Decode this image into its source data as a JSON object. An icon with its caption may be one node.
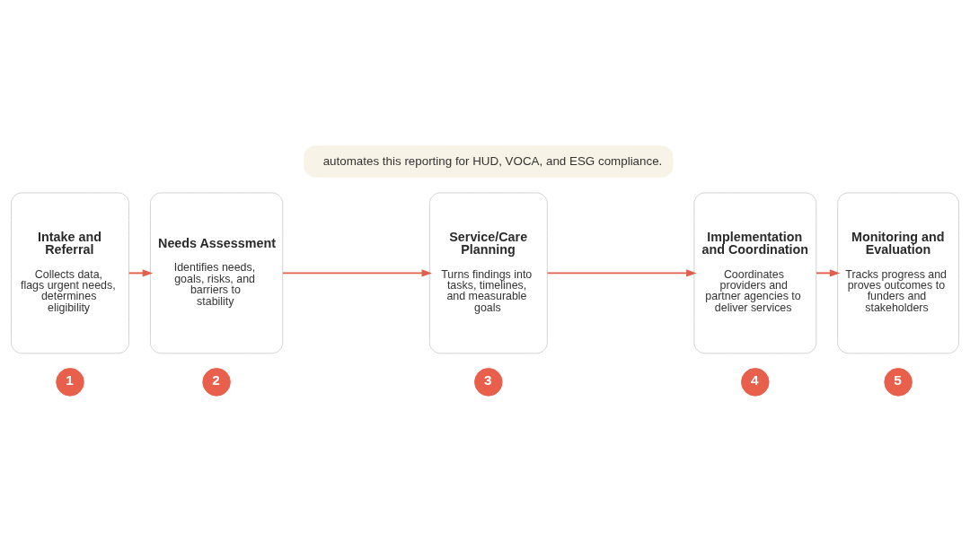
{
  "diagram": {
    "nodes": [
      {
        "text": [
          "1"
        ]
      },
      {
        "text": [
          "2"
        ]
      },
      {
        "text": [
          "3"
        ]
      },
      {
        "text": [
          "4"
        ]
      },
      {
        "text": [
          "5"
        ]
      },
      {
        "text": [
          "Intake and Referral",
          "Collects data, flags urgent needs, determines eligibility"
        ]
      },
      {
        "text": [
          "Needs Assessment",
          "Identifies needs, goals, risks, and barriers to stability"
        ]
      },
      {
        "text": [
          "Service/Care Planning",
          "Turns findings into tasks, timelines, and measurable goals"
        ]
      },
      {
        "text": [
          "Implementation and Coordination",
          "Coordinates providers and partner agencies to deliver services"
        ]
      },
      {
        "text": [
          "Monitoring and Evaluation",
          "Tracks progress and proves outcomes to funders and stakeholders"
        ]
      },
      {
        "text": [
          "automates this reporting for HUD, VOCA, and ESG compliance."
        ]
      }
    ],
    "edges": [
      {
        "from": 5,
        "to": 6,
        "arrow": "to"
      },
      {
        "from": 6,
        "to": 7,
        "arrow": "to"
      },
      {
        "from": 7,
        "to": 8,
        "arrow": "to"
      },
      {
        "from": 8,
        "to": 9,
        "arrow": "to"
      }
    ]
  }
}
